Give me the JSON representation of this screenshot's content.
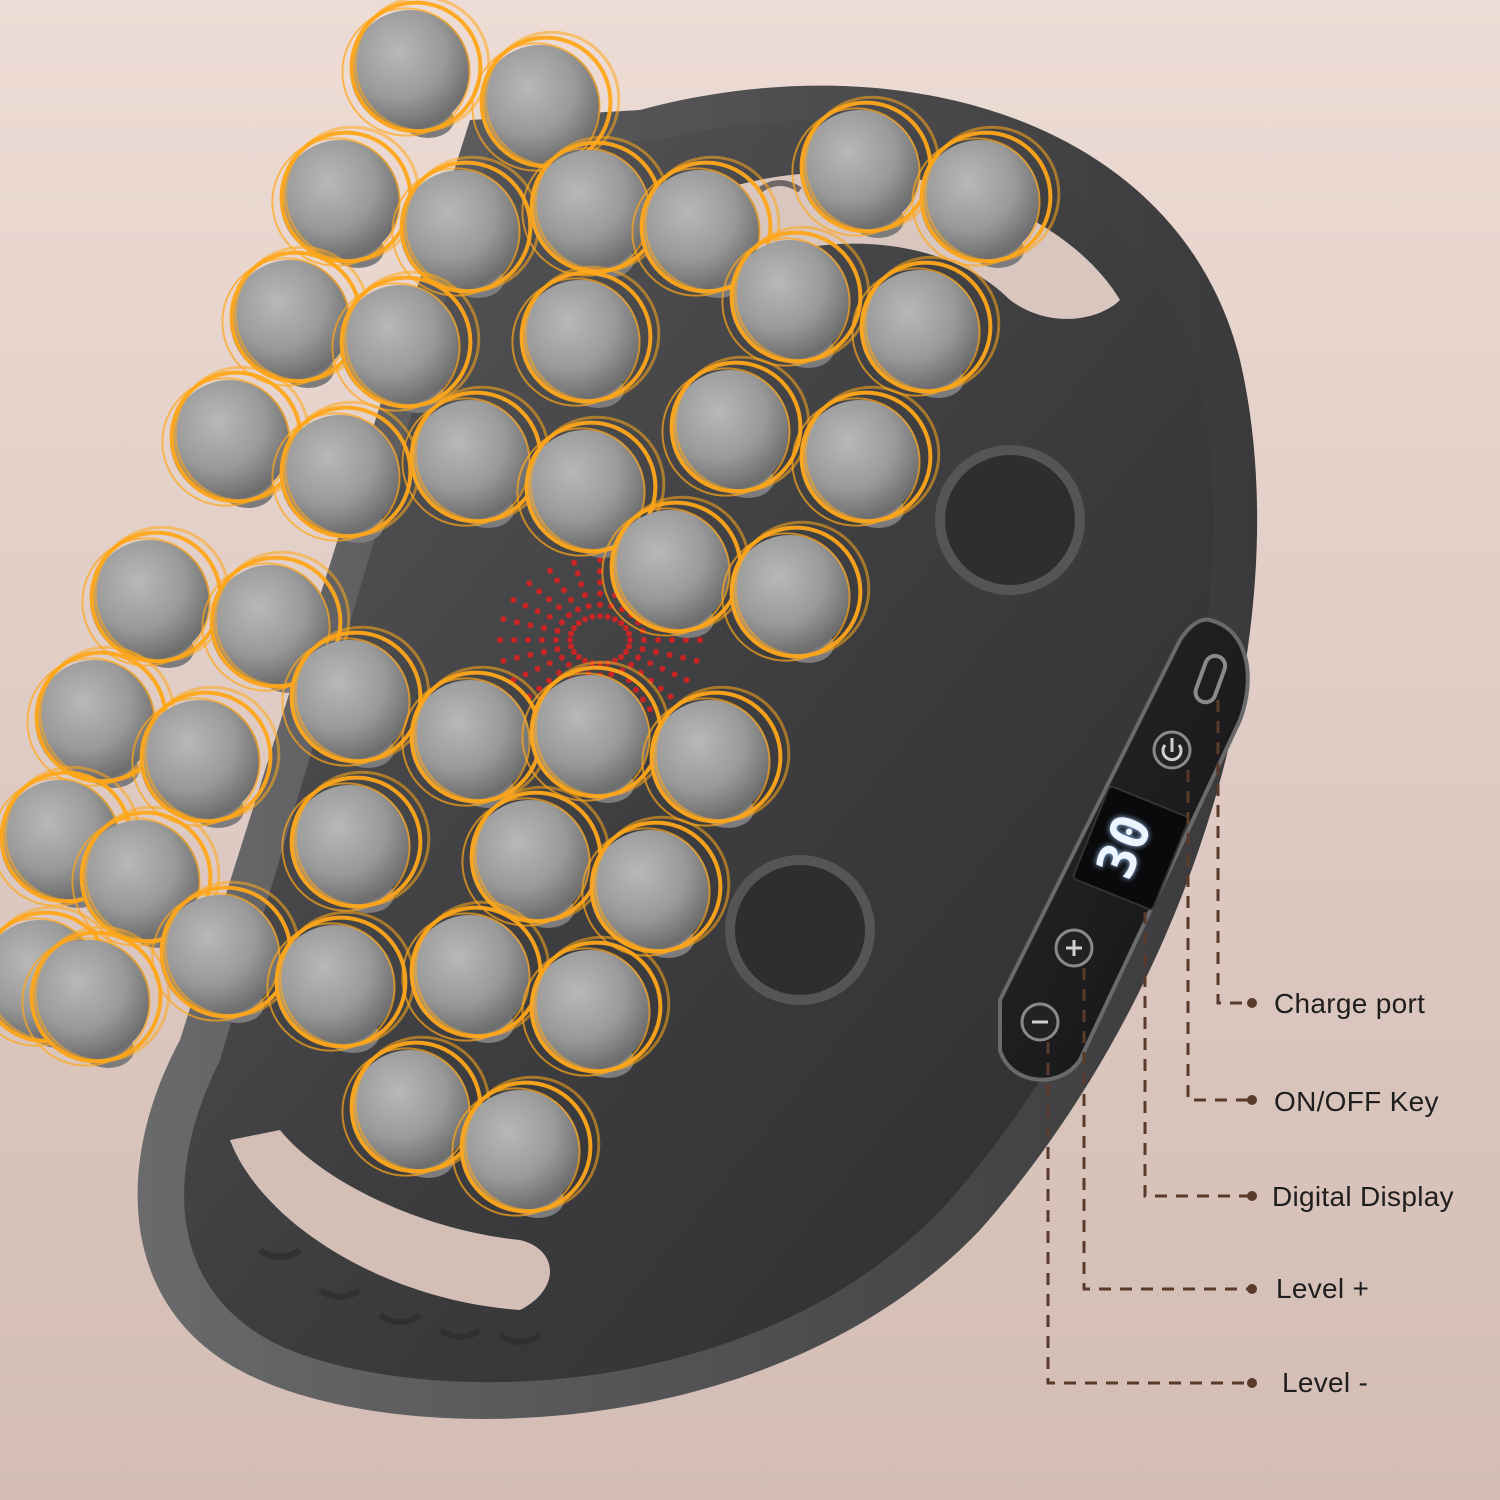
{
  "product": {
    "display_readout": "30"
  },
  "callouts": [
    {
      "id": "charge-port",
      "label": "Charge port"
    },
    {
      "id": "on-off-key",
      "label": "ON/OFF Key"
    },
    {
      "id": "digital-display",
      "label": "Digital Display"
    },
    {
      "id": "level-plus",
      "label": "Level +"
    },
    {
      "id": "level-minus",
      "label": "Level -"
    }
  ],
  "colors": {
    "background": "#e6d3cb",
    "device_body": "#4a4a4c",
    "nodes": "#9a9a9a",
    "heat_glow": "#ffa71a",
    "infrared_dots": "#e02020",
    "leader_lines": "#5a3a2a"
  },
  "icons": {
    "charge_port": "usb-c-port-icon",
    "power": "power-icon",
    "plus": "plus-icon",
    "minus": "minus-icon"
  }
}
